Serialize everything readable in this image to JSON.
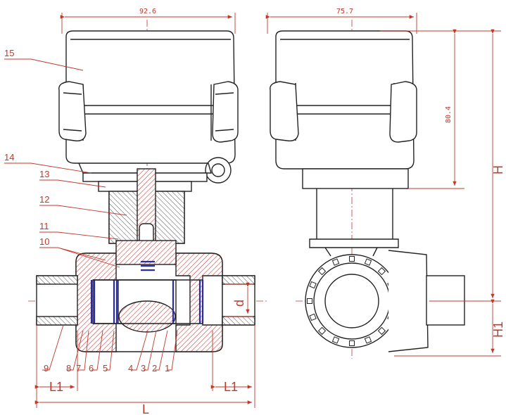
{
  "colors": {
    "outline": "#222222",
    "dimension": "#c0392b",
    "hatch": "#e0a0a0",
    "seal": "#2a2ab0"
  },
  "dimensions": {
    "front_width": "92.6",
    "side_width": "75.7",
    "actuator_height": "80.4",
    "total_height": "H",
    "lower_height": "H1",
    "bore": "d",
    "length": "L",
    "end_left": "L1",
    "end_right": "L1"
  },
  "part_labels": {
    "p1": "1",
    "p2": "2",
    "p3": "3",
    "p4": "4",
    "p5": "5",
    "p6": "6",
    "p7": "7",
    "p8": "8",
    "p9": "9",
    "p10": "10",
    "p11": "11",
    "p12": "12",
    "p13": "13",
    "p14": "14",
    "p15": "15"
  }
}
